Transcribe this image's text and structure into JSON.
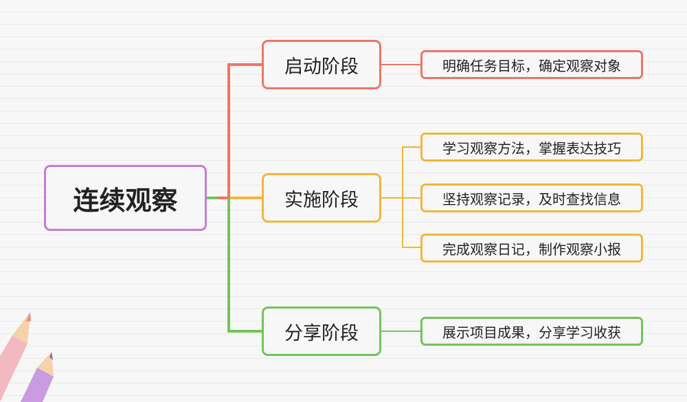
{
  "root": {
    "label": "连续观察"
  },
  "branches": [
    {
      "label": "启动阶段",
      "color": "#ef7463",
      "items": [
        "明确任务目标，确定观察对象"
      ]
    },
    {
      "label": "实施阶段",
      "color": "#f2b63a",
      "items": [
        "学习观察方法，掌握表达技巧",
        "坚持观察记录，及时查找信息",
        "完成观察日记，制作观察小报"
      ]
    },
    {
      "label": "分享阶段",
      "color": "#72c45a",
      "items": [
        "展示项目成果，分享学习收获"
      ]
    }
  ],
  "root_color": "#c77bd6"
}
